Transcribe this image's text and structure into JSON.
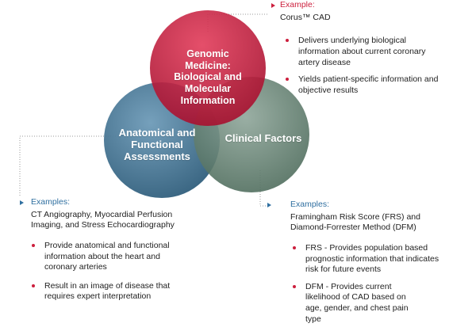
{
  "circles": {
    "genomic": {
      "lines": [
        "Genomic Medicine:",
        "Biological and",
        "Molecular",
        "Information"
      ],
      "color": "#c8193c"
    },
    "anatomical": {
      "lines": [
        "Anatomical and",
        "Functional",
        "Assessments"
      ],
      "color": "#3f6f8c"
    },
    "clinical": {
      "lines": [
        "Clinical Factors"
      ],
      "color": "#5e7a6a"
    }
  },
  "top_right": {
    "label": "Example:",
    "intro": "Corus™ CAD",
    "bullets": [
      "Delivers underlying biological information about current coronary artery disease",
      "Yields patient-specific information and objective results"
    ]
  },
  "bottom_left": {
    "label": "Examples:",
    "intro": "CT Angiography, Myocardial Perfusion Imaging, and Stress Echocardiography",
    "bullets": [
      "Provide anatomical and functional information about the heart and coronary arteries",
      "Result in an image of disease that requires expert interpretation"
    ]
  },
  "bottom_right": {
    "label": "Examples:",
    "intro": "Framingham Risk Score (FRS) and Diamond-Forrester Method (DFM)",
    "bullets": [
      "FRS - Provides population based prognostic information that indicates risk for future events",
      "DFM - Provides current likelihood of CAD based on age, gender, and chest pain type"
    ]
  },
  "colors": {
    "accent_red": "#cc1f3d",
    "accent_blue": "#2f6fa0",
    "connector": "#9a9a9a"
  }
}
